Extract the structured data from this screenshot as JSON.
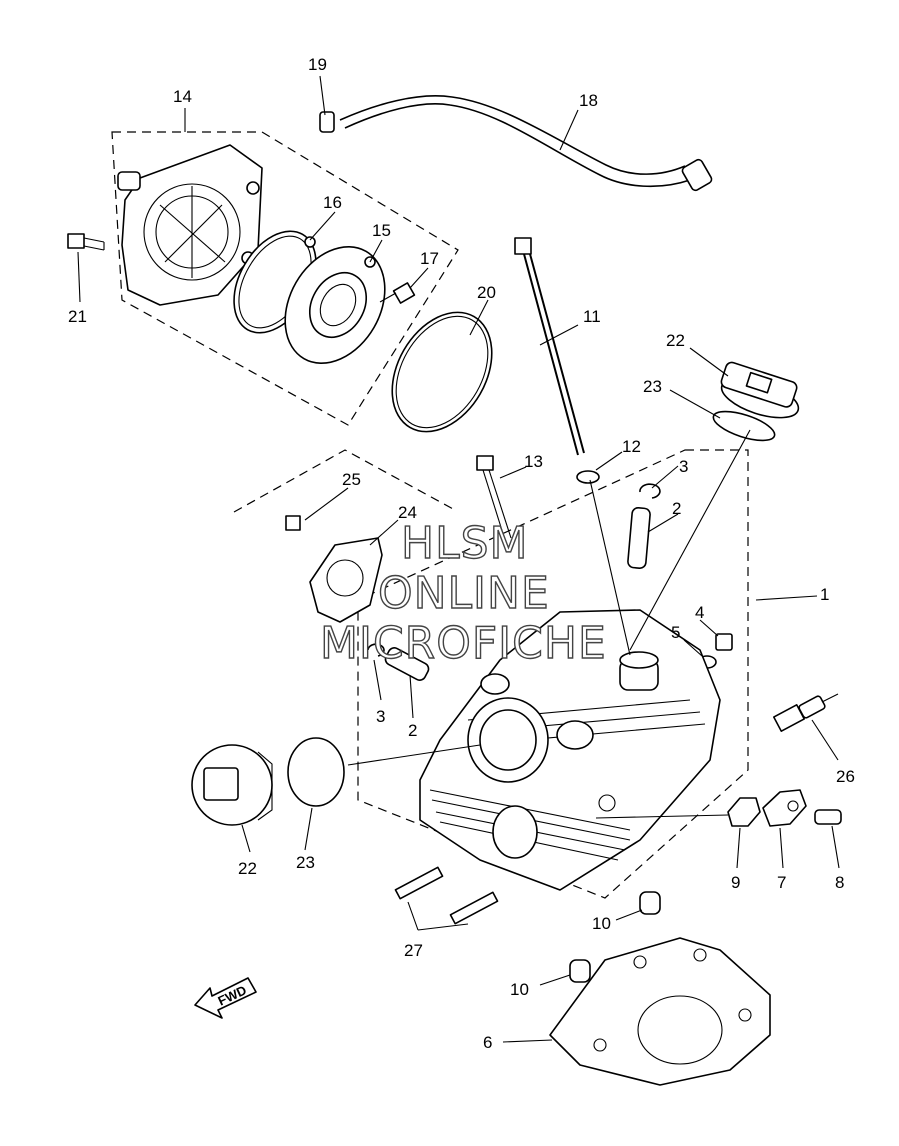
{
  "callouts": {
    "c1": "1",
    "c2a": "2",
    "c2b": "2",
    "c3a": "3",
    "c3b": "3",
    "c4": "4",
    "c5": "5",
    "c6": "6",
    "c7": "7",
    "c8": "8",
    "c9": "9",
    "c10a": "10",
    "c10b": "10",
    "c11": "11",
    "c12": "12",
    "c13": "13",
    "c14": "14",
    "c15": "15",
    "c16": "16",
    "c17": "17",
    "c18": "18",
    "c19": "19",
    "c20": "20",
    "c21": "21",
    "c22a": "22",
    "c22b": "22",
    "c23a": "23",
    "c23b": "23",
    "c24": "24",
    "c25": "25",
    "c26": "26",
    "c27": "27"
  },
  "watermark": {
    "line1": "HLSM",
    "line2": "ONLINE",
    "line3": "MICROFICHE"
  },
  "direction_label": "FWD"
}
